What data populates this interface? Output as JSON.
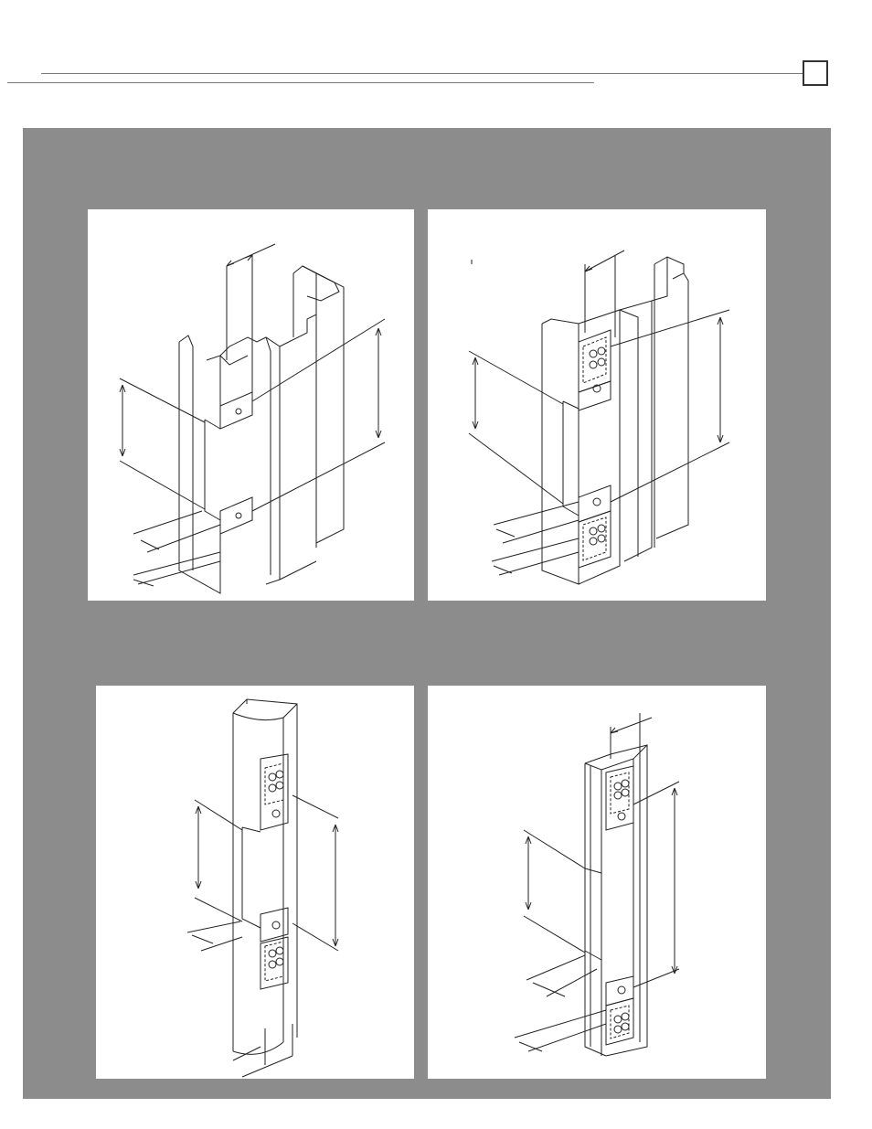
{
  "header": {
    "page_box_label": ""
  },
  "panels": [
    {
      "id": "frame-c-channel-strike-prep"
    },
    {
      "id": "frame-strike-with-mounting-plates"
    },
    {
      "id": "rounded-tube-strike-prep"
    },
    {
      "id": "rectangular-tube-strike-prep"
    }
  ],
  "colors": {
    "background_gray": "#8c8c8c",
    "line": "#222222",
    "panel": "#ffffff"
  }
}
